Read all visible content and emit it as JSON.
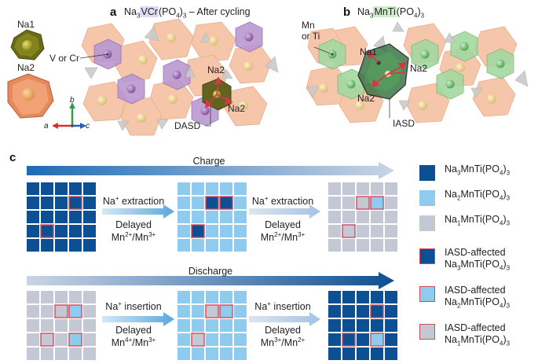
{
  "colors": {
    "dark_blue": "#0d4f93",
    "light_blue": "#8ecbee",
    "grey": "#c3c8d4",
    "border_red": "#d8485c",
    "arrow_grad_start": "#1f6bb3",
    "arrow_grad_end": "#c9d5e6",
    "polyhedra_orange": "#f1b690",
    "polyhedra_purple": "#a987c2",
    "polyhedra_green": "#8fca8e",
    "polyhedra_grey": "#c9c9c9"
  },
  "panel_a": {
    "letter": "a",
    "title_prefix": "Na",
    "title_sub1": "3",
    "title_hl": "VCr",
    "title_mid": "(PO",
    "title_sub2": "4",
    "title_sub3": "3",
    "title_suffix": " – After cycling",
    "na1_label": "Na1",
    "na2_label": "Na2",
    "v_or_cr_label": "V or Cr",
    "dasd_label": "DASD",
    "na2_top": "Na2",
    "na2_bottom": "Na2",
    "axis_a": "a",
    "axis_b": "b",
    "axis_c": "c"
  },
  "panel_b": {
    "letter": "b",
    "title_prefix": "Na",
    "title_sub1": "3",
    "title_hl": "MnTi",
    "title_mid": "(PO",
    "title_sub2": "4",
    "title_sub3": "3",
    "mn_label": "Mn",
    "or_ti_label": "or Ti",
    "na1_label": "Na1",
    "na2_right": "Na2",
    "na2_left": "Na2",
    "iasd_label": "IASD"
  },
  "panel_c": {
    "letter": "c",
    "charge_label": "Charge",
    "discharge_label": "Discharge",
    "charge_arrow1": {
      "ion": "Na",
      "sup": "+",
      "action": " extraction",
      "line2": "Delayed",
      "line3_a": "Mn",
      "line3_a_sup": "2+",
      "line3_b": "/Mn",
      "line3_b_sup": "3+"
    },
    "charge_arrow2": {
      "ion": "Na",
      "sup": "+",
      "action": " extraction",
      "line2": "Delayed",
      "line3_a": "Mn",
      "line3_a_sup": "2+",
      "line3_b": "/Mn",
      "line3_b_sup": "3+"
    },
    "discharge_arrow1": {
      "ion": "Na",
      "sup": "+",
      "action": " insertion",
      "line2": "Delayed",
      "line3_a": "Mn",
      "line3_a_sup": "4+",
      "line3_b": "/Mn",
      "line3_b_sup": "3+"
    },
    "discharge_arrow2": {
      "ion": "Na",
      "sup": "+",
      "action": " insertion",
      "line2": "Delayed",
      "line3_a": "Mn",
      "line3_a_sup": "3+",
      "line3_b": "/Mn",
      "line3_b_sup": "2+"
    },
    "legend": [
      {
        "a": "Na",
        "s1": "3",
        "b": "MnTi(PO",
        "s2": "4",
        "c": ")",
        "s3": "3",
        "prefix": ""
      },
      {
        "a": "Na",
        "s1": "2",
        "b": "MnTi(PO",
        "s2": "4",
        "c": ")",
        "s3": "3",
        "prefix": ""
      },
      {
        "a": "Na",
        "s1": "1",
        "b": "MnTi(PO",
        "s2": "4",
        "c": ")",
        "s3": "3",
        "prefix": ""
      },
      {
        "a": "Na",
        "s1": "3",
        "b": "MnTi(PO",
        "s2": "4",
        "c": ")",
        "s3": "3",
        "prefix": "IASD-affected"
      },
      {
        "a": "Na",
        "s1": "2",
        "b": "MnTi(PO",
        "s2": "4",
        "c": ")",
        "s3": "3",
        "prefix": "IASD-affected"
      },
      {
        "a": "Na",
        "s1": "1",
        "b": "MnTi(PO",
        "s2": "4",
        "c": ")",
        "s3": "3",
        "prefix": "IASD-affected"
      }
    ]
  }
}
